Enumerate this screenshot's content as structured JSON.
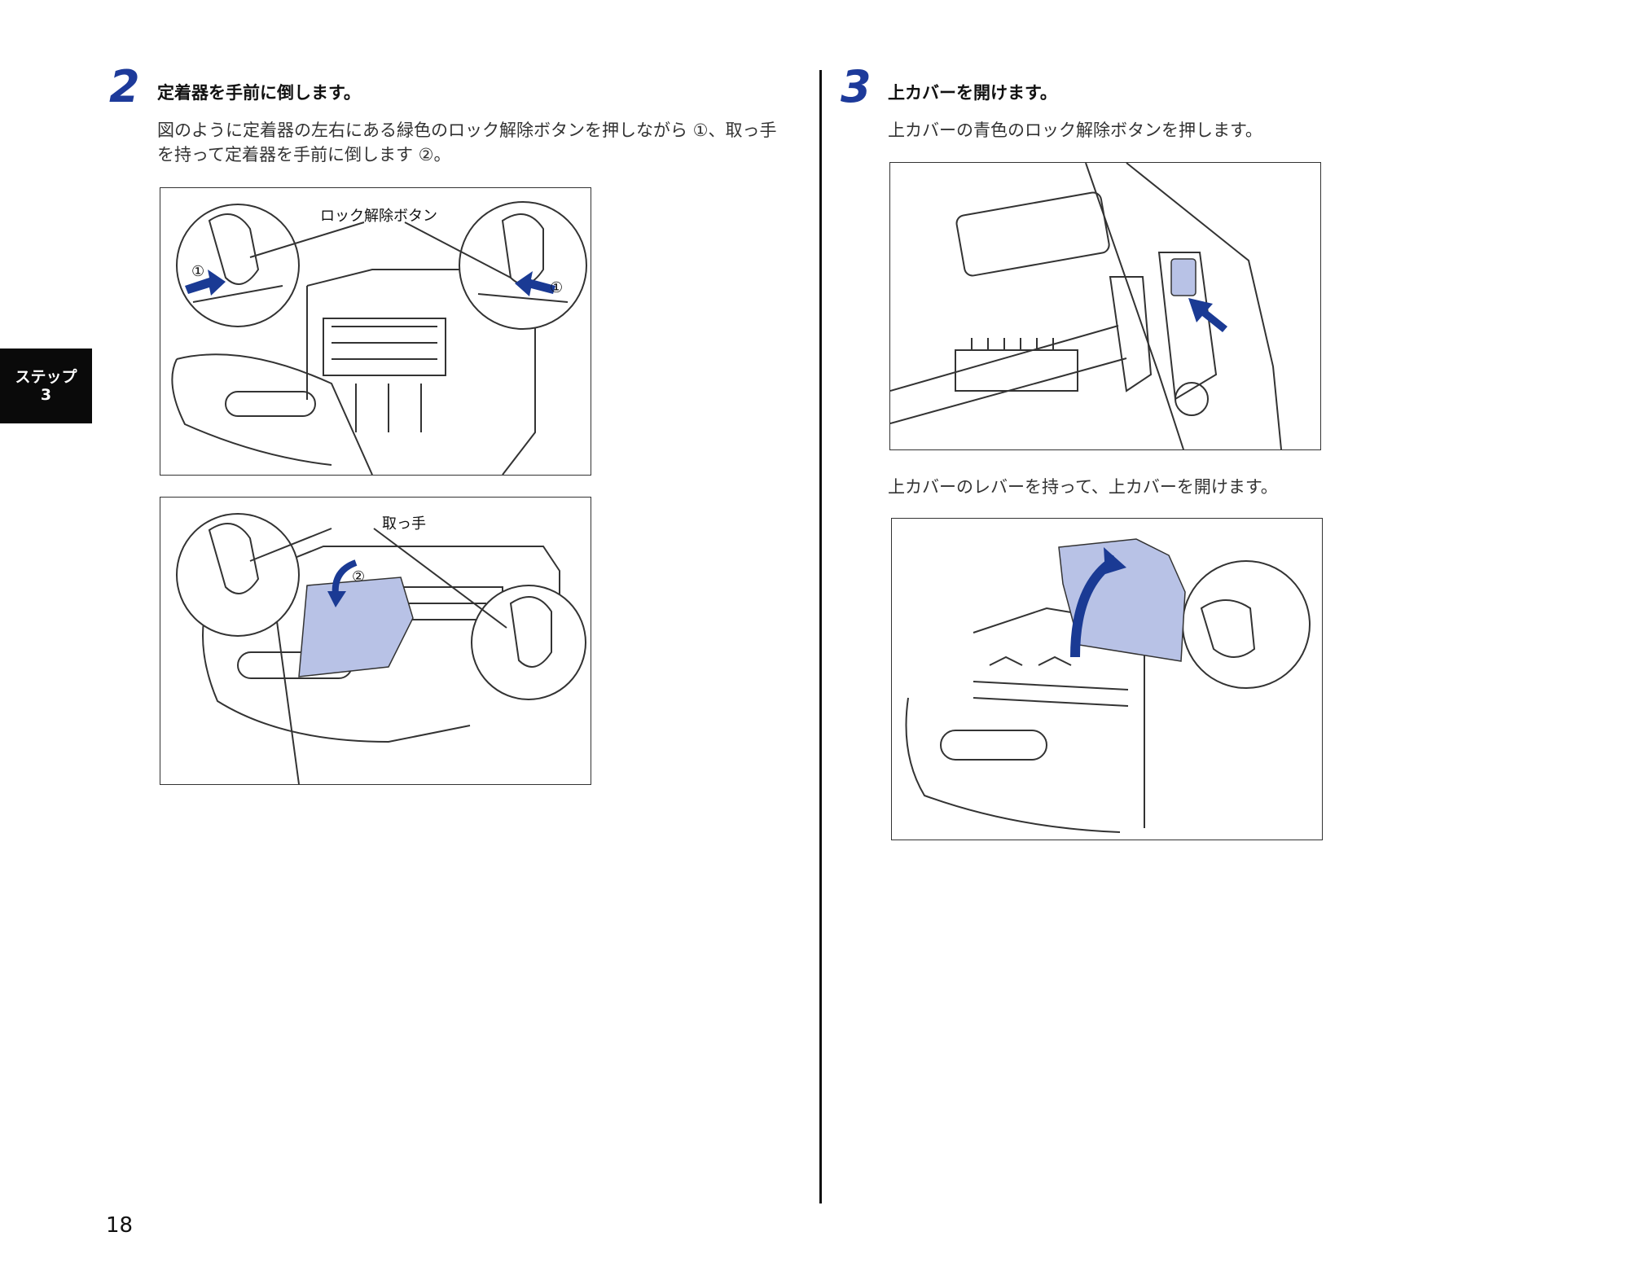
{
  "side_tab": {
    "line1": "ステップ",
    "line2": "3"
  },
  "step2": {
    "number": "2",
    "title": "定着器を手前に倒します。",
    "instruction_line1": "図のように定着器の左右にある緑色のロック解除ボタンを押しながら ①、取っ手",
    "instruction_line2": "を持って定着器を手前に倒します ②。",
    "figure1": {
      "label": "ロック解除ボタン",
      "marker_left": "①",
      "marker_right": "①"
    },
    "figure2": {
      "label": "取っ手",
      "marker": "②"
    }
  },
  "step3": {
    "number": "3",
    "title": "上カバーを開けます。",
    "instruction1": "上カバーの青色のロック解除ボタンを押します。",
    "instruction2": "上カバーのレバーを持って、上カバーを開けます。"
  },
  "page_number": "18",
  "colors": {
    "accent_blue": "#1d3a9a",
    "highlight_blue": "#b8c2e6",
    "arrow_blue": "#1a3a94"
  }
}
